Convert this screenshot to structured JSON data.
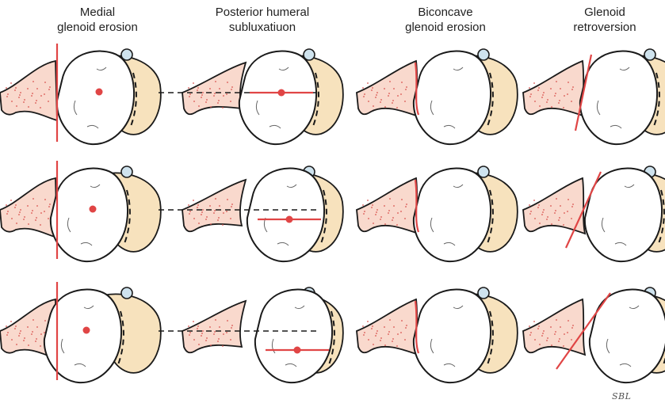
{
  "columns": [
    {
      "title_line1": "Medial",
      "title_line2": "glenoid erosion"
    },
    {
      "title_line1": "Posterior humeral",
      "title_line2": "subluxatiuon"
    },
    {
      "title_line1": "Biconcave",
      "title_line2": "glenoid erosion"
    },
    {
      "title_line1": "Glenoid",
      "title_line2": "retroversion"
    }
  ],
  "signature": "SBL",
  "colors": {
    "scapula_fill": "#f9d9cd",
    "scapula_dots": "#d9534f",
    "acromion_fill": "#f7e2bd",
    "humeral_head_fill": "#ffffff",
    "outline": "#1a1a1a",
    "annotation_red": "#e04545",
    "coracoid_fill": "#cfe3ee"
  }
}
